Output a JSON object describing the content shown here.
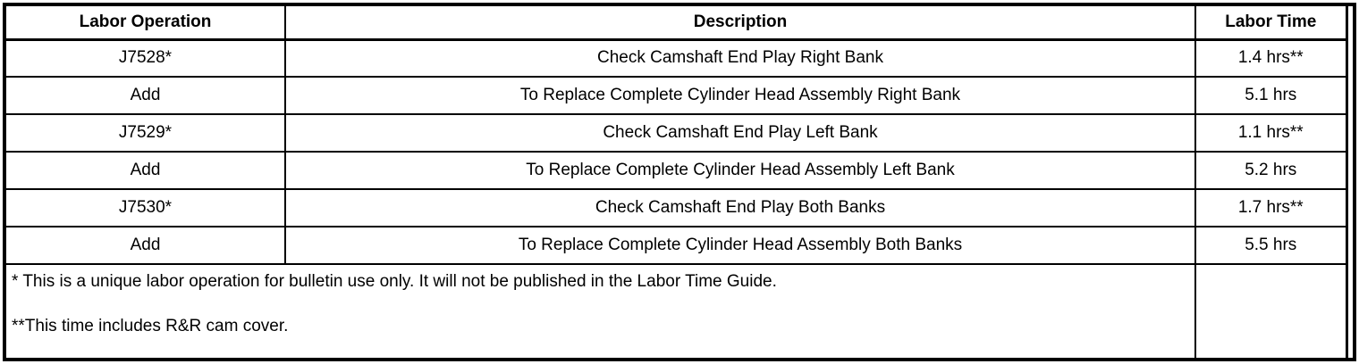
{
  "colors": {
    "border": "#000000",
    "background": "#ffffff",
    "text": "#000000"
  },
  "table": {
    "columns": [
      "Labor Operation",
      "Description",
      "Labor Time"
    ],
    "rows": [
      {
        "op": "J7528*",
        "desc": "Check Camshaft End Play Right Bank",
        "time": "1.4 hrs**"
      },
      {
        "op": "Add",
        "desc": "To Replace Complete Cylinder Head Assembly Right Bank",
        "time": "5.1 hrs"
      },
      {
        "op": "J7529*",
        "desc": "Check Camshaft End Play Left Bank",
        "time": "1.1 hrs**"
      },
      {
        "op": "Add",
        "desc": "To Replace Complete Cylinder Head Assembly Left Bank",
        "time": "5.2 hrs"
      },
      {
        "op": "J7530*",
        "desc": "Check Camshaft End Play Both Banks",
        "time": "1.7 hrs**"
      },
      {
        "op": "Add",
        "desc": "To Replace Complete Cylinder Head Assembly Both Banks",
        "time": "5.5 hrs"
      }
    ],
    "footnotes": [
      "* This is a unique labor operation for bulletin use only. It will not be published in the Labor Time Guide.",
      "**This time includes R&R cam cover."
    ]
  }
}
